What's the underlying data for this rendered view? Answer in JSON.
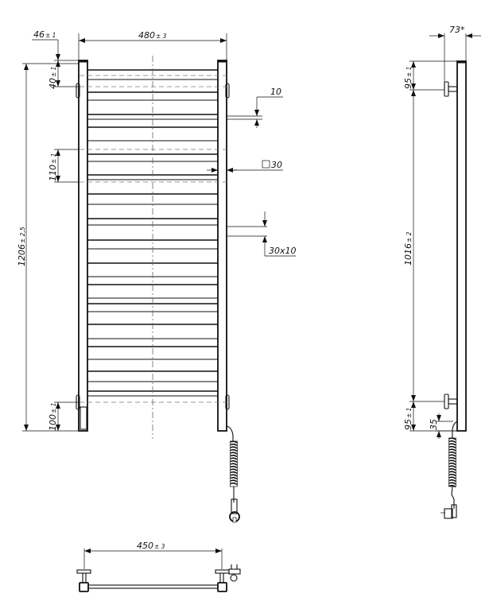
{
  "drawing": {
    "type": "technical-drawing",
    "subject": "electric ladder towel rail",
    "views": [
      "front-view",
      "side-view",
      "top-view"
    ],
    "line_color": "#111111",
    "hidden_line_color": "#777777",
    "centerline_color": "#666666"
  },
  "front_view": {
    "dims": {
      "overall_width": {
        "value": "480",
        "tol": "± 3"
      },
      "top_offset": {
        "value": "46",
        "tol": "± 1"
      },
      "top_mount": {
        "value": "40",
        "tol": "± 1"
      },
      "gap": {
        "value": "110",
        "tol": "± 1"
      },
      "overall_height": {
        "value": "1206",
        "tol": "± 2,5"
      },
      "bottom_mount": {
        "value": "100",
        "tol": "± 1"
      },
      "bar_spacing": {
        "value": "10"
      },
      "post_section": {
        "symbol": "□",
        "value": "30"
      },
      "bar_section": {
        "value": "30x10"
      }
    },
    "rung_y": [
      88,
      100,
      116,
      126,
      144,
      150,
      160,
      177,
      194,
      203,
      220,
      226,
      244,
      257,
      275,
      283,
      302,
      313,
      331,
      348,
      358,
      375,
      382,
      392,
      408,
      426,
      436,
      452,
      467,
      480,
      492,
      498
    ]
  },
  "side_view": {
    "dims": {
      "depth": {
        "value": "73",
        "suffix": "*"
      },
      "top_mount": {
        "value": "95",
        "tol": "± 1"
      },
      "mount_spacing": {
        "value": "1016",
        "tol": "± 2"
      },
      "bottom_mount": {
        "value": "95",
        "tol": "± 1"
      },
      "cable_offset": {
        "value": "35"
      }
    }
  },
  "top_view": {
    "dims": {
      "mount_spacing": {
        "value": "450",
        "tol": "± 3"
      }
    }
  }
}
